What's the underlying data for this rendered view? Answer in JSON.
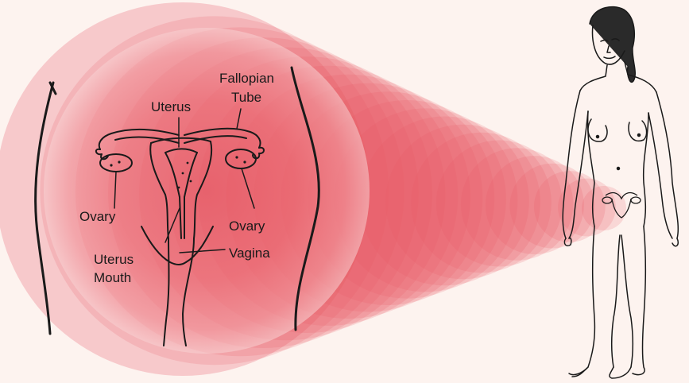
{
  "labels": {
    "uterus": "Uterus",
    "fallopian_tube_line1": "Fallopian",
    "fallopian_tube_line2": "Tube",
    "ovary_left": "Ovary",
    "ovary_right": "Ovary",
    "vagina": "Vagina",
    "uterus_mouth_line1": "Uterus",
    "uterus_mouth_line2": "Mouth"
  },
  "colors": {
    "background": "#fdf3ef",
    "magnify_core": "#e85a66",
    "magnify_edge": "#f6c4c6",
    "line": "#1a1a1a"
  }
}
